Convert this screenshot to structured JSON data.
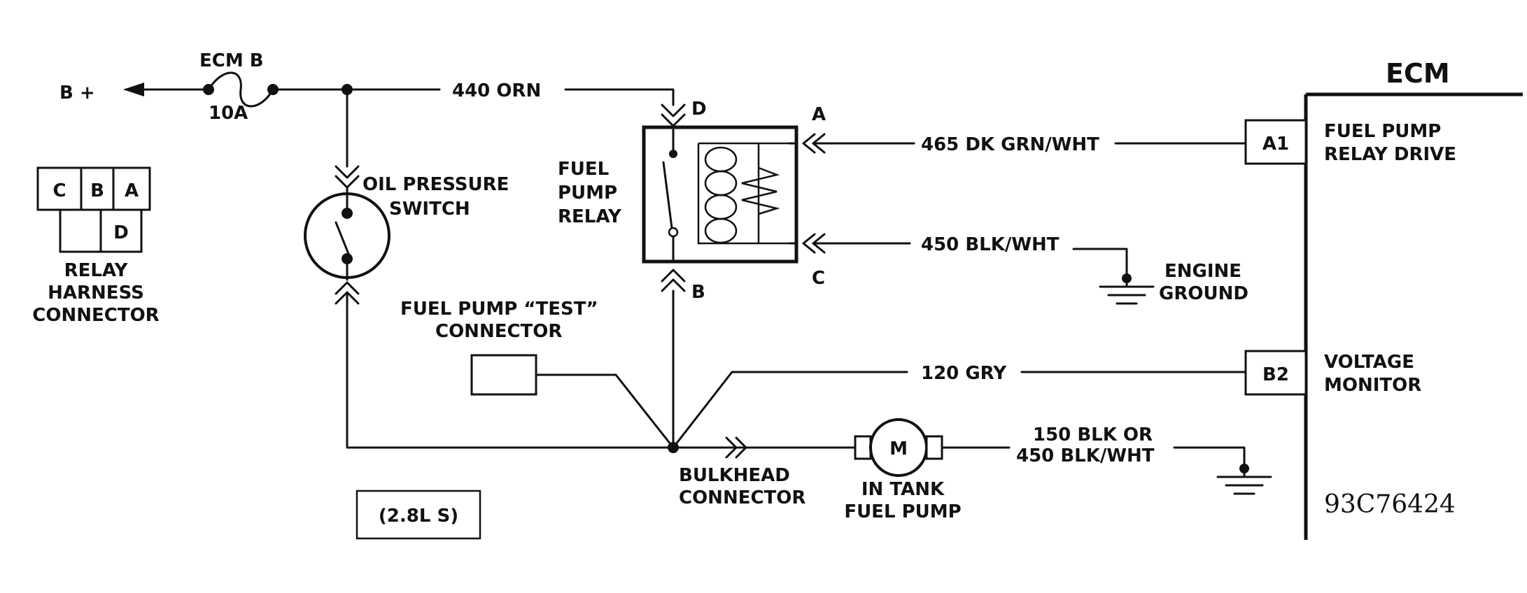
{
  "power": {
    "label": "B +"
  },
  "fuse": {
    "name": "ECM B",
    "rating": "10A"
  },
  "wires": {
    "w440": "440 ORN",
    "w465": "465 DK GRN/WHT",
    "w450": "450 BLK/WHT",
    "w120": "120 GRY",
    "w150a": "150 BLK OR",
    "w150b": "450 BLK/WHT"
  },
  "relay": {
    "title": [
      "FUEL",
      "PUMP",
      "RELAY"
    ],
    "pins": {
      "a": "A",
      "b": "B",
      "c": "C",
      "d": "D"
    }
  },
  "oil_switch": {
    "label": [
      "OIL PRESSURE",
      "SWITCH"
    ]
  },
  "harness": {
    "pins": {
      "c": "C",
      "b": "B",
      "a": "A",
      "d": "D"
    },
    "label": [
      "RELAY",
      "HARNESS",
      "CONNECTOR"
    ]
  },
  "test_connector": {
    "label": [
      "FUEL PUMP “TEST”",
      "CONNECTOR"
    ]
  },
  "bulkhead": {
    "label": [
      "BULKHEAD",
      "CONNECTOR"
    ]
  },
  "pump": {
    "symbol": "M",
    "label": [
      "IN TANK",
      "FUEL PUMP"
    ]
  },
  "ground": {
    "label": [
      "ENGINE",
      "GROUND"
    ]
  },
  "ecm": {
    "title": "ECM",
    "pins": [
      {
        "id": "A1",
        "label": [
          "FUEL PUMP",
          "RELAY DRIVE"
        ]
      },
      {
        "id": "B2",
        "label": [
          "VOLTAGE",
          "MONITOR"
        ]
      }
    ]
  },
  "engine_tag": "(2.8L S)",
  "figure_code": "93C76424"
}
